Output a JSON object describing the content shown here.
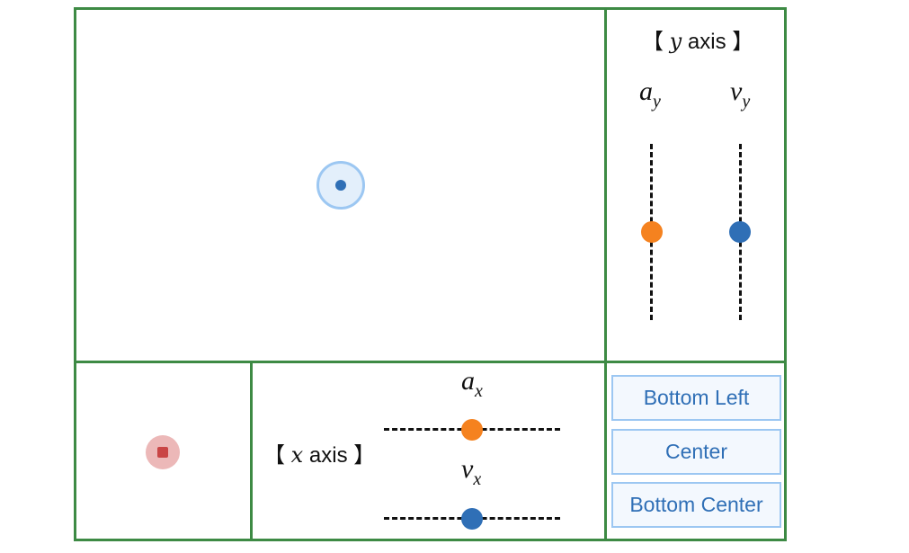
{
  "y_panel": {
    "title_open": "【",
    "title_var": "y",
    "title_word": "axis",
    "title_close": "】",
    "accel_label": {
      "base": "a",
      "sub": "y"
    },
    "vel_label": {
      "base": "v",
      "sub": "y"
    },
    "accel_level": 0.5,
    "vel_level": 0.5
  },
  "x_panel": {
    "title_open": "【",
    "title_var": "x",
    "title_word": "axis",
    "title_close": "】",
    "accel_label": {
      "base": "a",
      "sub": "x"
    },
    "vel_label": {
      "base": "v",
      "sub": "x"
    },
    "accel_level": 0.5,
    "vel_level": 0.5
  },
  "buttons": {
    "bottom_left": "Bottom Left",
    "center": "Center",
    "bottom_center": "Bottom Center"
  },
  "colors": {
    "frame": "#3d8a44",
    "accel_knob": "#f5821f",
    "vel_knob": "#2f6fb6",
    "marker": "#2f6fb6",
    "target": "#c94545"
  },
  "icons": {
    "position_marker": "circle-dot-icon",
    "target_marker": "square-dot-icon"
  }
}
